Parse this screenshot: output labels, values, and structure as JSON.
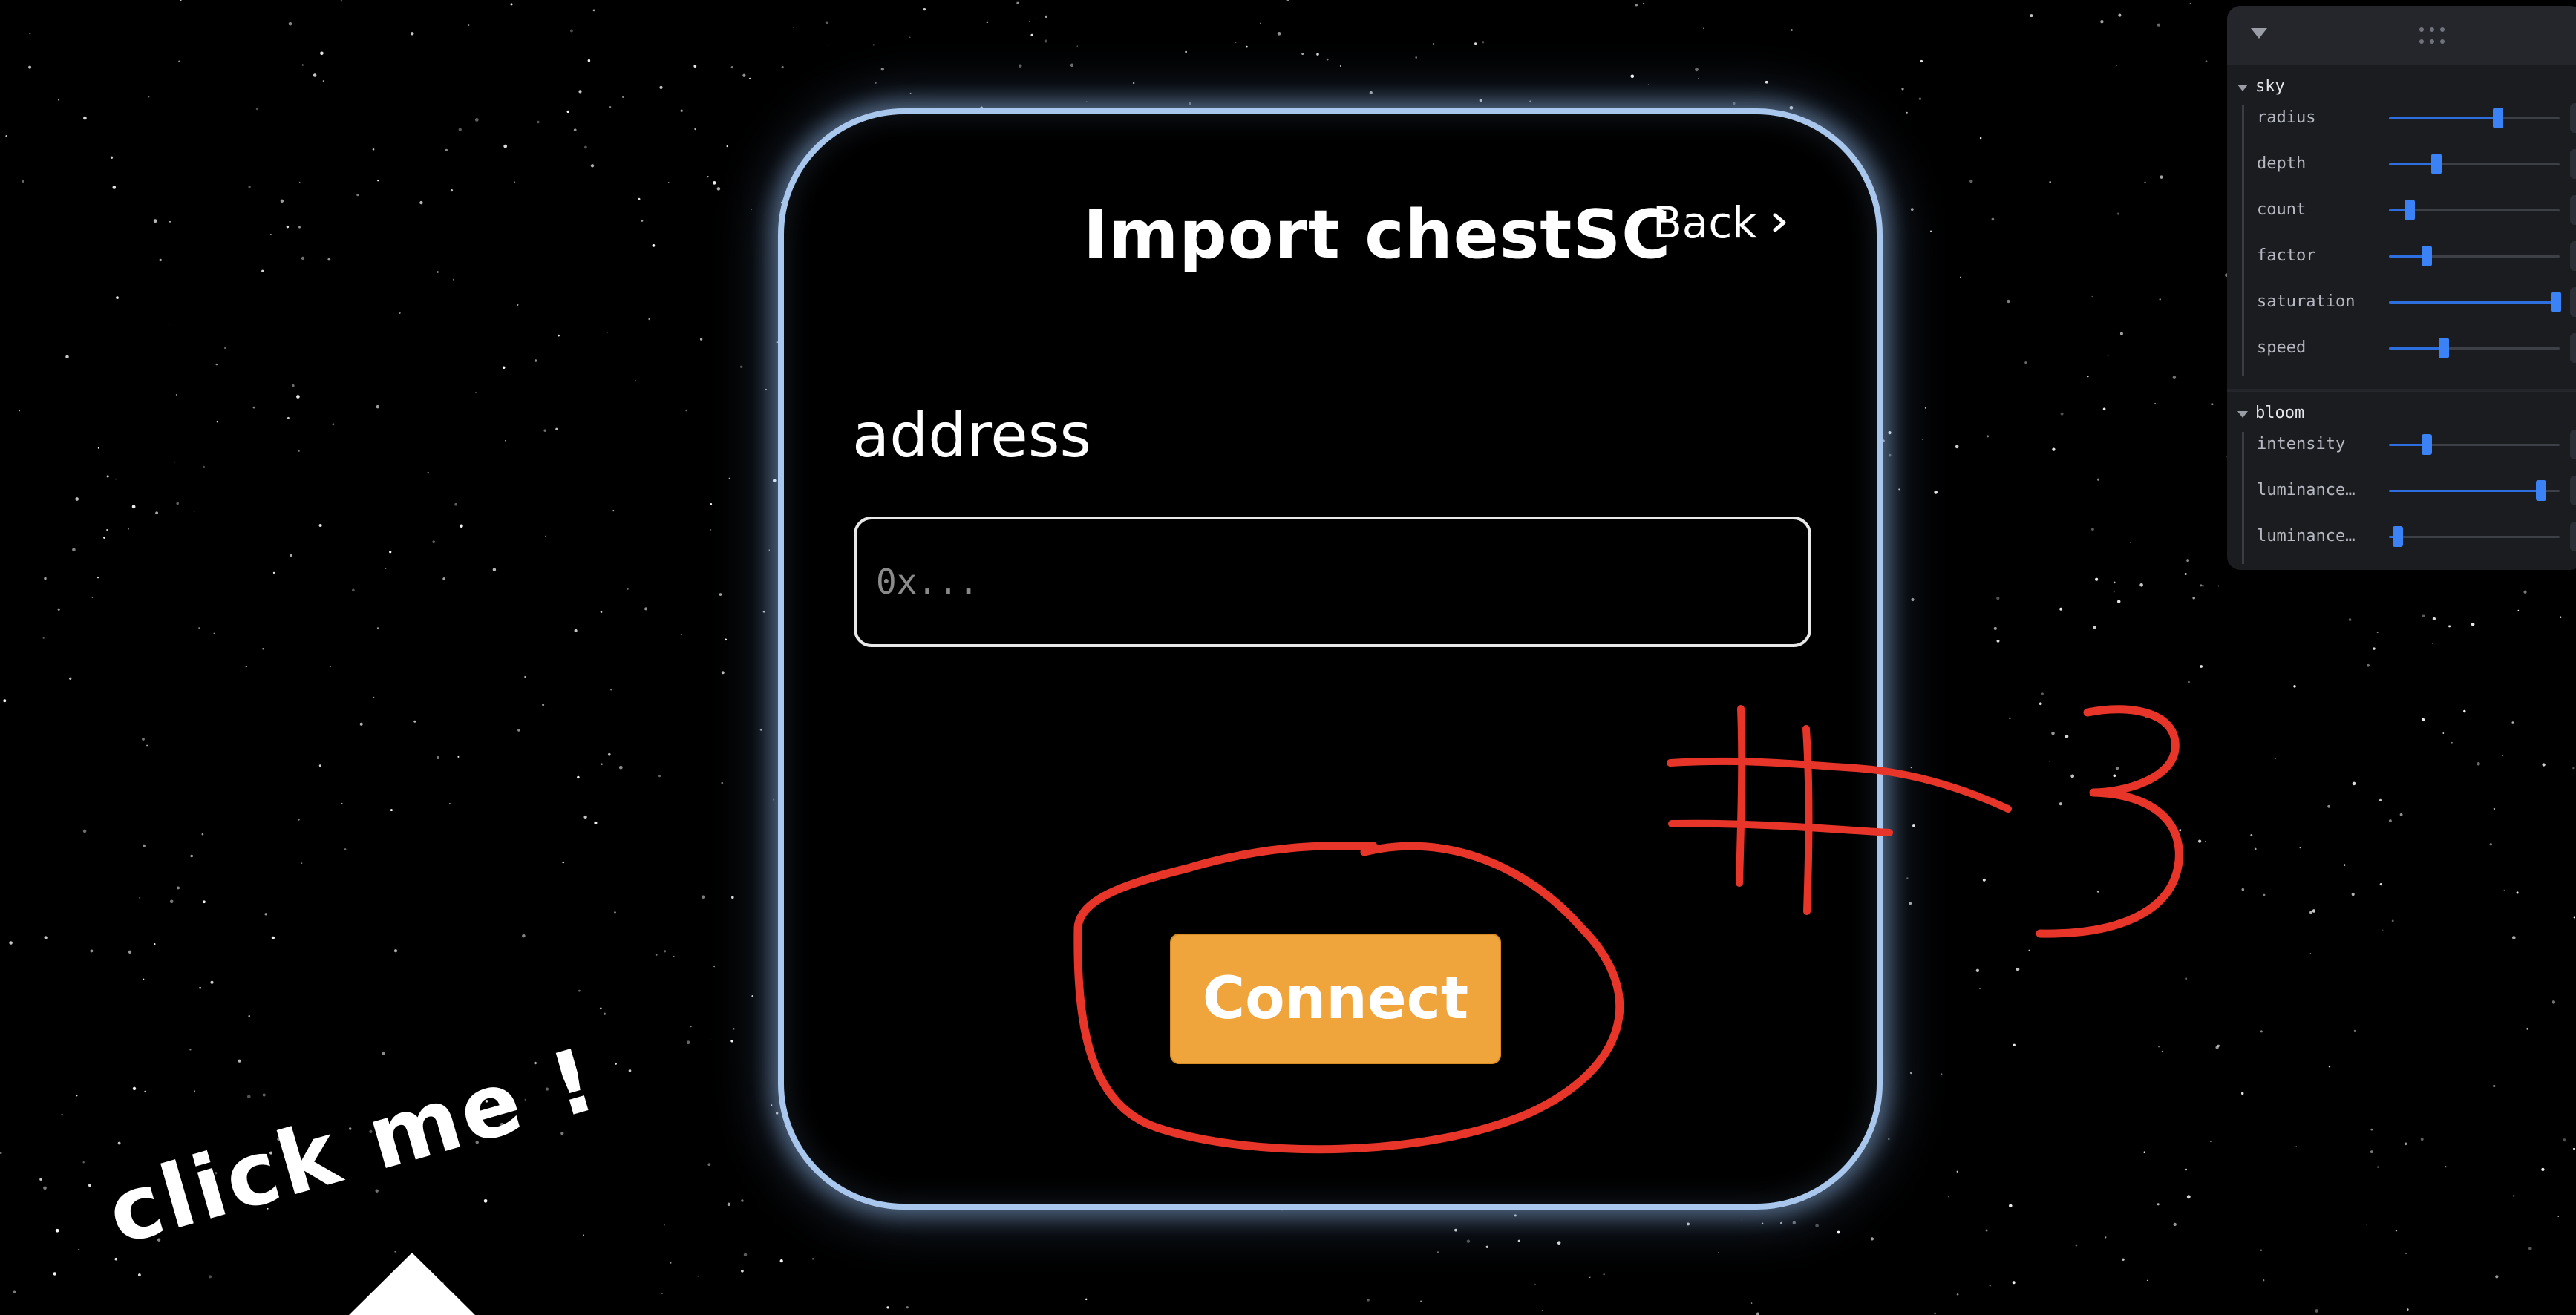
{
  "modal": {
    "title": "Import chestSC",
    "back_label": "Back",
    "field_label": "address",
    "address_value": "",
    "address_placeholder": "0x...",
    "connect_label": "Connect"
  },
  "annotations": {
    "click_hint": "click me !",
    "number_tag": "#3",
    "highlight_color": "#e8352a"
  },
  "controls": {
    "folders": [
      {
        "name": "sky",
        "params": [
          {
            "label": "radius",
            "value": 0.64
          },
          {
            "label": "depth",
            "value": 0.28
          },
          {
            "label": "count",
            "value": 0.12
          },
          {
            "label": "factor",
            "value": 0.22
          },
          {
            "label": "saturation",
            "value": 0.98
          },
          {
            "label": "speed",
            "value": 0.32
          }
        ]
      },
      {
        "name": "bloom",
        "params": [
          {
            "label": "intensity",
            "value": 0.22
          },
          {
            "label": "luminance…",
            "value": 0.89
          },
          {
            "label": "luminance…",
            "value": 0.05
          }
        ]
      }
    ]
  },
  "colors": {
    "accent": "#f0a43c",
    "card_glow": "#a9c7ec",
    "slider": "#3b82f6",
    "background": "#000000"
  }
}
